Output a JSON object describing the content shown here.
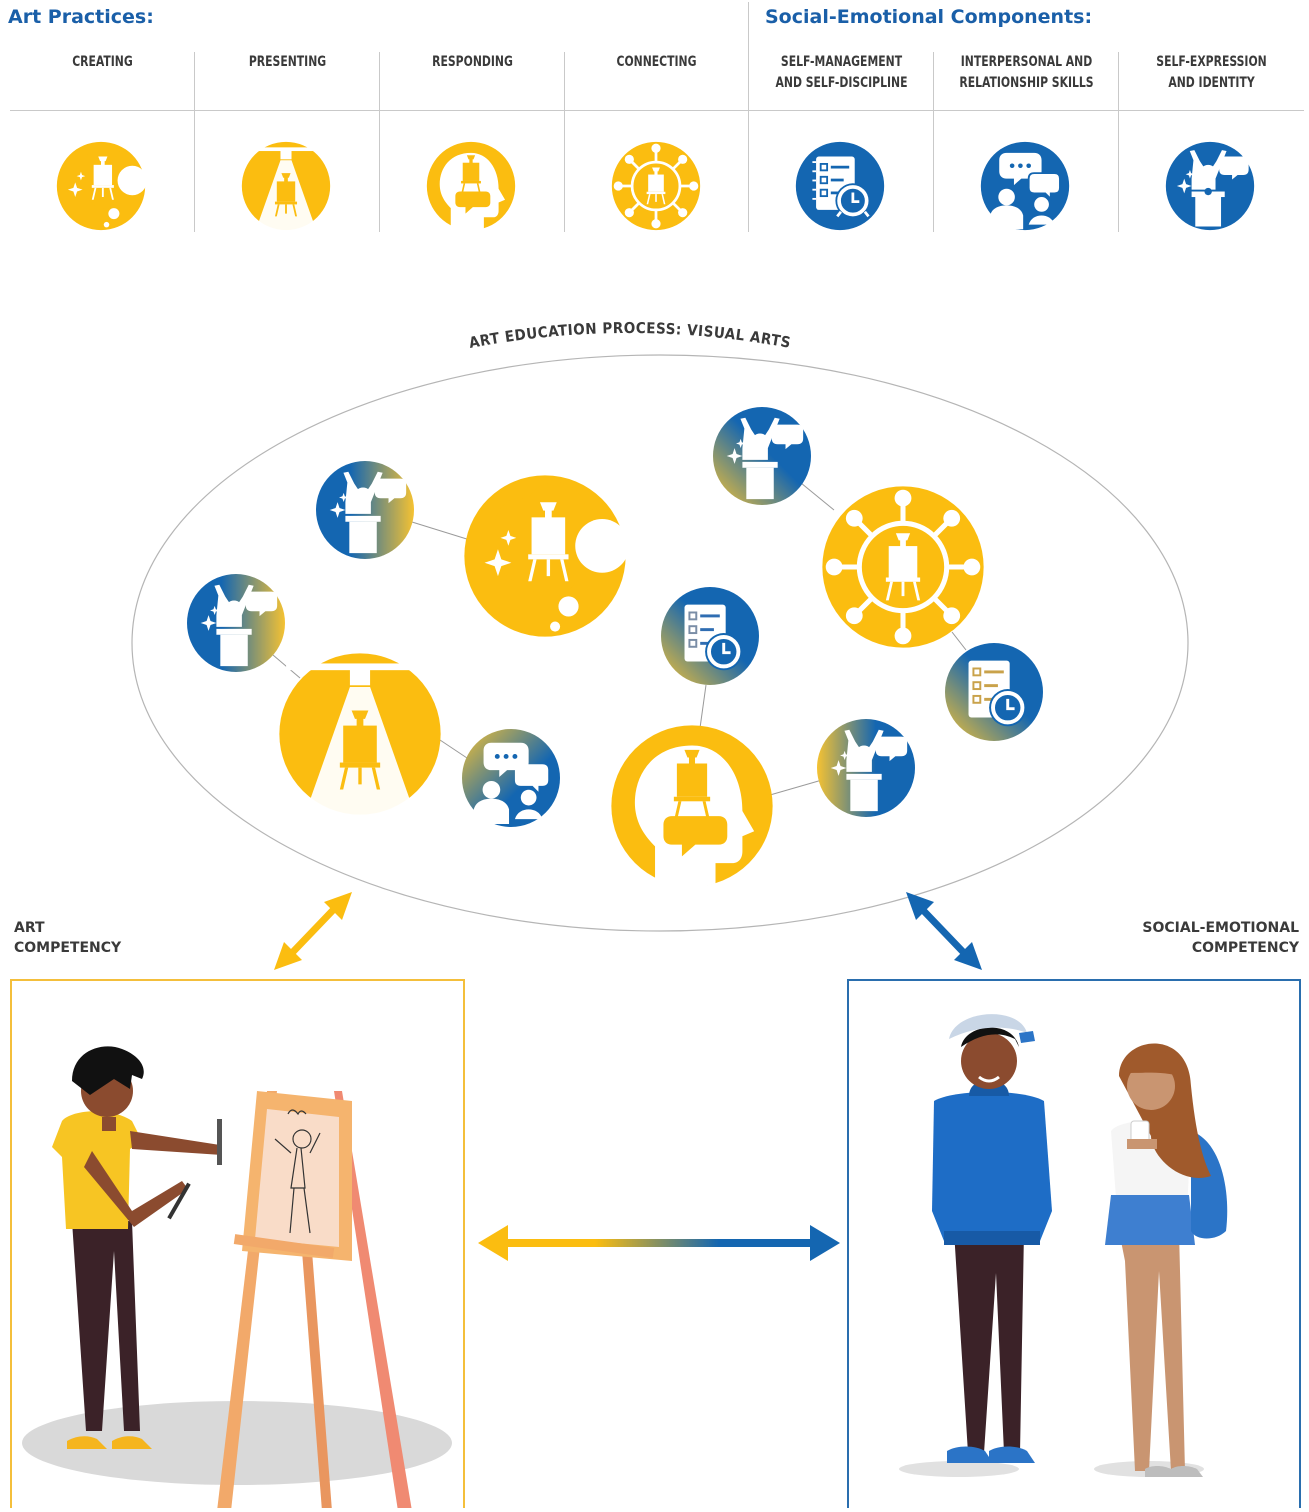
{
  "headers": {
    "art_practices": "Art Practices:",
    "social_emotional": "Social-Emotional Components:"
  },
  "columns": [
    {
      "line1": "CREATING",
      "line2": "",
      "icon": "creating-icon"
    },
    {
      "line1": "PRESENTING",
      "line2": "",
      "icon": "presenting-icon"
    },
    {
      "line1": "RESPONDING",
      "line2": "",
      "icon": "responding-icon"
    },
    {
      "line1": "CONNECTING",
      "line2": "",
      "icon": "connecting-icon"
    },
    {
      "line1": "SELF-MANAGEMENT",
      "line2": "AND SELF-DISCIPLINE",
      "icon": "self-management-icon"
    },
    {
      "line1": "INTERPERSONAL AND",
      "line2": "RELATIONSHIP SKILLS",
      "icon": "interpersonal-icon"
    },
    {
      "line1": "SELF-EXPRESSION",
      "line2": "AND IDENTITY",
      "icon": "self-expression-icon"
    }
  ],
  "process_title": "ART EDUCATION PROCESS: VISUAL ARTS",
  "art_competency": {
    "line1": "ART",
    "line2": "COMPETENCY"
  },
  "se_competency": {
    "line1": "SOCIAL-EMOTIONAL",
    "line2": "COMPETENCY"
  },
  "colors": {
    "yellow": "#FBBD10",
    "blue": "#1466B1",
    "dark_blue": "#1a5fa8",
    "art_box_border": "#F4BF3B",
    "se_box_border": "#2A6EAE"
  }
}
